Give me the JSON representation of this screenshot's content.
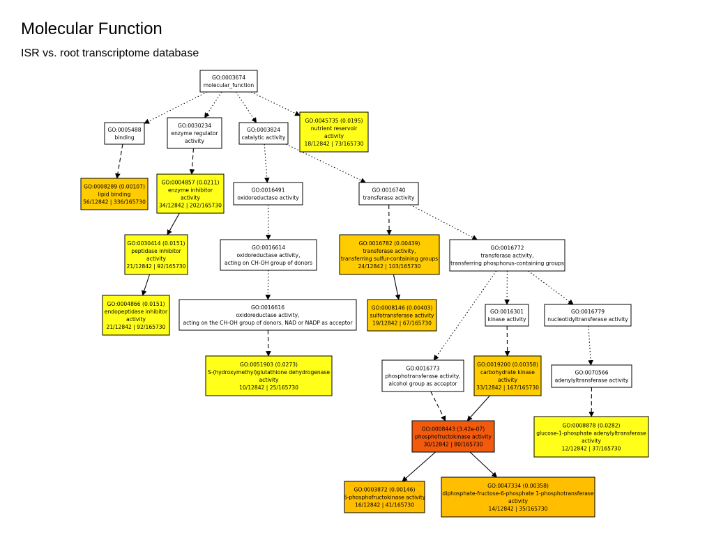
{
  "title": "Molecular Function",
  "subtitle": "ISR vs. root transcriptome database",
  "colors": {
    "white": "#ffffff",
    "yellow": "#ffff19",
    "gold": "#ffcc00",
    "amber": "#ffbe00",
    "orange_red": "#f25a0d",
    "edge": "#000000"
  },
  "nodes": [
    {
      "id": "n3674",
      "fill": "white",
      "lines": [
        "GO:0003674",
        "molecular_function"
      ]
    },
    {
      "id": "n5488",
      "fill": "white",
      "lines": [
        "GO:0005488",
        "binding"
      ]
    },
    {
      "id": "n30234",
      "fill": "white",
      "lines": [
        "GO:0030234",
        "enzyme regulator",
        "activity"
      ]
    },
    {
      "id": "n3824",
      "fill": "white",
      "lines": [
        "GO:0003824",
        "catalytic activity"
      ]
    },
    {
      "id": "n45735",
      "fill": "yellow",
      "lines": [
        "GO:0045735 (0.0195)",
        "nutrient reservoir",
        "activity",
        "18/12842 | 73/165730"
      ]
    },
    {
      "id": "n8289",
      "fill": "gold",
      "lines": [
        "GO:0008289 (0.00107)",
        "lipid binding",
        "56/12842 | 336/165730"
      ]
    },
    {
      "id": "n4857",
      "fill": "yellow",
      "lines": [
        "GO:0004857 (0.0211)",
        "enzyme inhibitor",
        "activity",
        "34/12842 | 202/165730"
      ]
    },
    {
      "id": "n16491",
      "fill": "white",
      "lines": [
        "GO:0016491",
        "oxidoreductase activity"
      ]
    },
    {
      "id": "n16740",
      "fill": "white",
      "lines": [
        "GO:0016740",
        "transferase activity"
      ]
    },
    {
      "id": "n30414",
      "fill": "yellow",
      "lines": [
        "GO:0030414 (0.0151)",
        "peptidase inhibitor",
        "activity",
        "21/12842 | 92/165730"
      ]
    },
    {
      "id": "n16614",
      "fill": "white",
      "lines": [
        "GO:0016614",
        "oxidoreductase activity,",
        "acting on CH-OH group of donors"
      ]
    },
    {
      "id": "n16782",
      "fill": "gold",
      "lines": [
        "GO:0016782 (0.00439)",
        "transferase activity,",
        "transferring sulfur-containing groups",
        "24/12842 | 103/165730"
      ]
    },
    {
      "id": "n16772",
      "fill": "white",
      "lines": [
        "GO:0016772",
        "transferase activity,",
        "transferring phosphorus-containing groups"
      ]
    },
    {
      "id": "n4866",
      "fill": "yellow",
      "lines": [
        "GO:0004866 (0.0151)",
        "endopeptidase inhibitor",
        "activity",
        "21/12842 | 92/165730"
      ]
    },
    {
      "id": "n16616",
      "fill": "white",
      "lines": [
        "GO:0016616",
        "oxidoreductase activity,",
        "acting on the CH-OH group of donors, NAD or NADP as acceptor"
      ]
    },
    {
      "id": "n8146",
      "fill": "gold",
      "lines": [
        "GO:0008146 (0.00403)",
        "sulfotransferase activity",
        "19/12842 | 67/165730"
      ]
    },
    {
      "id": "n16301",
      "fill": "white",
      "lines": [
        "GO:0016301",
        "kinase activity"
      ]
    },
    {
      "id": "n16779",
      "fill": "white",
      "lines": [
        "GO:0016779",
        "nucleotidyltransferase activity"
      ]
    },
    {
      "id": "n51903",
      "fill": "yellow",
      "lines": [
        "GO:0051903 (0.0273)",
        "S-(hydroxymethyl)glutathione dehydrogenase",
        "activity",
        "10/12842 | 25/165730"
      ]
    },
    {
      "id": "n16773",
      "fill": "white",
      "lines": [
        "GO:0016773",
        "phosphotransferase activity,",
        "alcohol group as acceptor"
      ]
    },
    {
      "id": "n19200",
      "fill": "gold",
      "lines": [
        "GO:0019200 (0.00358)",
        "carbohydrate kinase",
        "activity",
        "33/12842 | 167/165730"
      ]
    },
    {
      "id": "n70566",
      "fill": "white",
      "lines": [
        "GO:0070566",
        "adenylyltransferase activity"
      ]
    },
    {
      "id": "n8878",
      "fill": "yellow",
      "lines": [
        "GO:0008878 (0.0282)",
        "glucose-1-phosphate adenylyltransferase",
        "activity",
        "12/12842 | 37/165730"
      ]
    },
    {
      "id": "n8443",
      "fill": "orange_red",
      "lines": [
        "GO:0008443 (3.42e-07)",
        "phosphofructokinase activity",
        "30/12842 | 80/165730"
      ]
    },
    {
      "id": "n3872",
      "fill": "amber",
      "lines": [
        "GO:0003872 (0.00146)",
        "6-phosphofructokinase activity",
        "16/12842 | 41/165730"
      ]
    },
    {
      "id": "n47334",
      "fill": "amber",
      "lines": [
        "GO:0047334 (0.00358)",
        "diphosphate-fructose-6-phosphate 1-phosphotransferase",
        "activity",
        "14/12842 | 35/165730"
      ]
    }
  ],
  "edges": [
    {
      "from": "n3674",
      "to": "n5488",
      "style": "dotted"
    },
    {
      "from": "n3674",
      "to": "n30234",
      "style": "dotted"
    },
    {
      "from": "n3674",
      "to": "n3824",
      "style": "dotted"
    },
    {
      "from": "n3674",
      "to": "n45735",
      "style": "dotted"
    },
    {
      "from": "n5488",
      "to": "n8289",
      "style": "dashed"
    },
    {
      "from": "n30234",
      "to": "n4857",
      "style": "dashed"
    },
    {
      "from": "n3824",
      "to": "n16491",
      "style": "dotted"
    },
    {
      "from": "n3824",
      "to": "n16740",
      "style": "dotted"
    },
    {
      "from": "n4857",
      "to": "n30414",
      "style": "solid"
    },
    {
      "from": "n30414",
      "to": "n4866",
      "style": "solid"
    },
    {
      "from": "n16491",
      "to": "n16614",
      "style": "dotted"
    },
    {
      "from": "n16614",
      "to": "n16616",
      "style": "dotted"
    },
    {
      "from": "n16616",
      "to": "n51903",
      "style": "dashed"
    },
    {
      "from": "n16740",
      "to": "n16782",
      "style": "dashed"
    },
    {
      "from": "n16740",
      "to": "n16772",
      "style": "dotted"
    },
    {
      "from": "n16782",
      "to": "n8146",
      "style": "solid"
    },
    {
      "from": "n16772",
      "to": "n16773",
      "style": "dotted"
    },
    {
      "from": "n16772",
      "to": "n16301",
      "style": "dotted"
    },
    {
      "from": "n16772",
      "to": "n16779",
      "style": "dotted"
    },
    {
      "from": "n16301",
      "to": "n19200",
      "style": "dashed"
    },
    {
      "from": "n16779",
      "to": "n70566",
      "style": "dotted"
    },
    {
      "from": "n70566",
      "to": "n8878",
      "style": "dashed"
    },
    {
      "from": "n16773",
      "to": "n8443",
      "style": "dashed"
    },
    {
      "from": "n19200",
      "to": "n8443",
      "style": "solid"
    },
    {
      "from": "n8443",
      "to": "n3872",
      "style": "solid"
    },
    {
      "from": "n8443",
      "to": "n47334",
      "style": "solid"
    }
  ]
}
